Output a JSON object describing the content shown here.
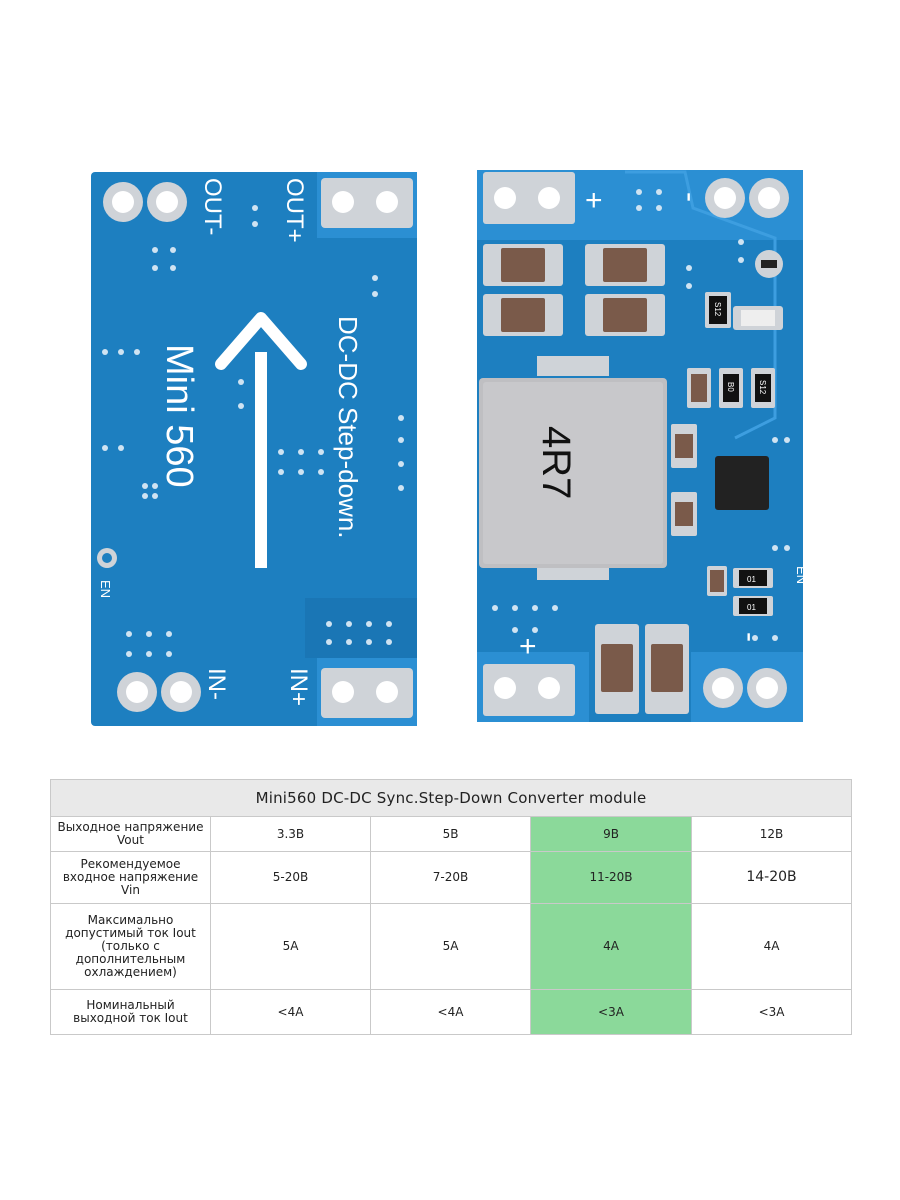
{
  "boards": {
    "back": {
      "labels": {
        "out_minus": "OUT-",
        "out_plus": "OUT+",
        "product": "Mini 560",
        "subtitle": "DC-DC Step-down.",
        "in_minus": "IN-",
        "in_plus": "IN+",
        "en": "EN"
      }
    },
    "front": {
      "labels": {
        "plus_top": "+",
        "minus_top": "-",
        "inductor": "4R7",
        "plus_bottom": "+",
        "minus_bottom": "-",
        "en": "EN",
        "diode_1": "S12",
        "diode_2": "S12",
        "res_1": "B0",
        "res_2": "01",
        "res_3": "01"
      }
    },
    "colors": {
      "pcb": "#1d7fc0",
      "pcb_dark": "#145f99",
      "pad": "#cfd3d8",
      "trace": "#2b8fd3"
    }
  },
  "table": {
    "title": "Mini560 DC-DC Sync.Step-Down Converter module",
    "highlight_color": "#8bd99a",
    "rows": [
      {
        "label": "Выходное напряжение Vout",
        "cells": [
          "3.3В",
          "5В",
          "9В",
          "12В"
        ]
      },
      {
        "label": "Рекомендуемое входное напряжение Vin",
        "cells": [
          "5-20В",
          "7-20В",
          "11-20В",
          "14-20В"
        ]
      },
      {
        "label": "Максимально допустимый ток Iout (только с дополнительным охлаждением)",
        "cells": [
          "5А",
          "5А",
          "4А",
          "4А"
        ]
      },
      {
        "label": "Номинальный выходной ток Iout",
        "cells": [
          "<4А",
          "<4А",
          "<3А",
          "<3А"
        ]
      }
    ]
  }
}
